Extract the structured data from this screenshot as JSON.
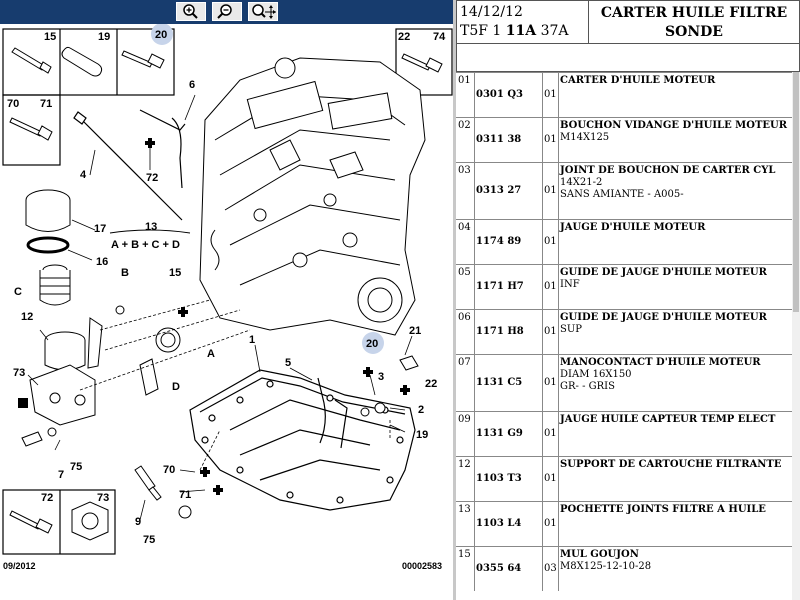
{
  "toolbar": {
    "buttons": [
      {
        "name": "zoom-in-icon"
      },
      {
        "name": "zoom-out-icon"
      },
      {
        "name": "zoom-fit-icon"
      }
    ]
  },
  "diagram": {
    "date_code": "09/2012",
    "doc_number": "00002583",
    "callouts": {
      "c1": "1",
      "c2": "2",
      "c3": "3",
      "c4": "4",
      "c5": "5",
      "c6": "6",
      "c7": "7",
      "c9": "9",
      "c12": "12",
      "c13": "13",
      "c13b": "A + B + C + D",
      "c15": "15",
      "c16": "16",
      "c17": "17",
      "c19": "19",
      "c20": "20",
      "c20b": "20",
      "c21": "21",
      "c22": "22",
      "c70": "70",
      "c71": "71",
      "c72": "72",
      "c73": "73",
      "c75a": "75",
      "c75b": "75",
      "ca": "A",
      "cb": "B",
      "cc": "C",
      "cd": "D"
    },
    "boxes": {
      "b15": "15",
      "b19": "19",
      "b20": "20",
      "b22": "22",
      "b74": "74",
      "b70": "70",
      "b71": "71",
      "b72": "72",
      "b73": "73"
    }
  },
  "header": {
    "date": "14/12/12",
    "model_prefix": "T5F 1",
    "model_bold": "11A",
    "model_suffix": "37A",
    "title_line1": "CARTER HUILE FILTRE",
    "title_line2": "SONDE"
  },
  "parts": [
    {
      "row": "01",
      "ref": "0301 Q3",
      "qty": "01",
      "lines": [
        "CARTER D'HUILE MOTEUR"
      ]
    },
    {
      "row": "02",
      "ref": "0311 38",
      "qty": "01",
      "lines": [
        "BOUCHON VIDANGE D'HUILE MOTEUR",
        "M14X125"
      ]
    },
    {
      "row": "03",
      "ref": "0313 27",
      "qty": "01",
      "lines": [
        "JOINT DE BOUCHON DE CARTER CYL",
        "14X21-2",
        "SANS AMIANTE - A005-"
      ]
    },
    {
      "row": "04",
      "ref": "1174 89",
      "qty": "01",
      "lines": [
        "JAUGE D'HUILE MOTEUR"
      ]
    },
    {
      "row": "05",
      "ref": "1171 H7",
      "qty": "01",
      "lines": [
        "GUIDE DE JAUGE D'HUILE MOTEUR",
        "INF"
      ]
    },
    {
      "row": "06",
      "ref": "1171 H8",
      "qty": "01",
      "lines": [
        "GUIDE DE JAUGE D'HUILE MOTEUR",
        "SUP"
      ]
    },
    {
      "row": "07",
      "ref": "1131 C5",
      "qty": "01",
      "lines": [
        "MANOCONTACT D'HUILE MOTEUR",
        "DIAM 16X150",
        "GR- - GRIS"
      ]
    },
    {
      "row": "09",
      "ref": "1131 G9",
      "qty": "01",
      "lines": [
        "JAUGE HUILE CAPTEUR TEMP ELECT"
      ]
    },
    {
      "row": "12",
      "ref": "1103 T3",
      "qty": "01",
      "lines": [
        "SUPPORT DE CARTOUCHE FILTRANTE"
      ]
    },
    {
      "row": "13",
      "ref": "1103 L4",
      "qty": "01",
      "lines": [
        "POCHETTE JOINTS FILTRE A HUILE"
      ]
    },
    {
      "row": "15",
      "ref": "0355 64",
      "qty": "03",
      "lines": [
        "MUL GOUJON",
        "M8X125-12-10-28"
      ]
    }
  ]
}
